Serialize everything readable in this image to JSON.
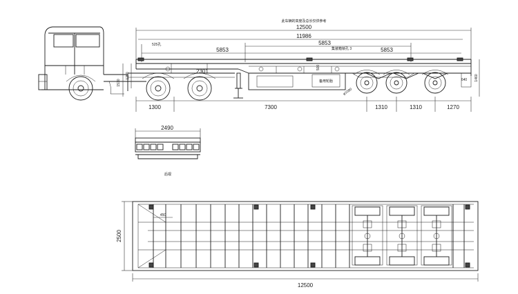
{
  "elevation": {
    "note_top": "此车辆的高度及总长仅供参考",
    "overall_length": "12500",
    "frame_length": "11986",
    "axle_pitch_left": "5853",
    "axle_pitch_mid": "5853",
    "axle_pitch_right": "5853",
    "twistlock_note": "525孔",
    "twistlock_note_mid": "集装箱锁孔 3",
    "fifth_wheel_offset": "2301",
    "deck_height": "1510",
    "left_height": "1250",
    "frame_depth": "500",
    "rear_overhang_height": "640",
    "total_height": "1460",
    "wheel_diameter": "φ1080",
    "toolbox_label": "备用轮胎",
    "dim_front": "1300",
    "dim_mid": "7300",
    "dim_axle1": "1310",
    "dim_axle2": "1310",
    "dim_rear": "1270"
  },
  "end_view": {
    "width": "2490",
    "caption": "后视"
  },
  "plan": {
    "length": "12500",
    "width": "2500",
    "offset": "450"
  }
}
